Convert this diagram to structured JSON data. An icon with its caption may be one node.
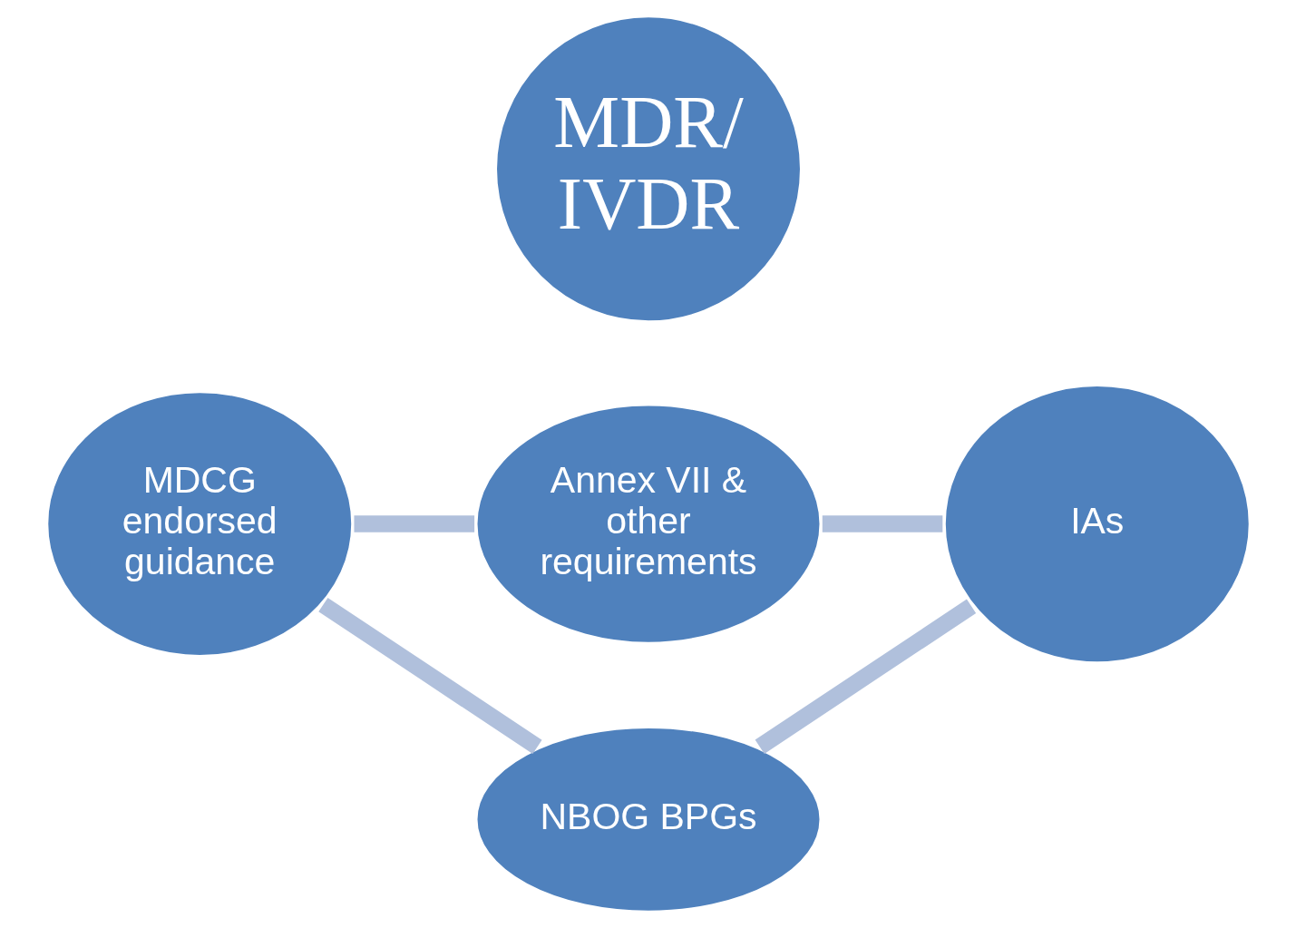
{
  "diagram": {
    "nodes": [
      {
        "text": [
          "Annex VII & other requirements"
        ]
      },
      {
        "text": [
          "MDCG endorsed guidance"
        ]
      },
      {
        "text": [
          "MDR/ IVDR"
        ]
      },
      {
        "text": [
          "IAs"
        ]
      },
      {
        "text": [
          "NBOG BPGs"
        ]
      }
    ],
    "edges": [
      {
        "from": 0,
        "to": 3,
        "arrow": "none"
      },
      {
        "from": 3,
        "to": 4,
        "arrow": "none"
      },
      {
        "from": 4,
        "to": 1,
        "arrow": "none"
      },
      {
        "from": 1,
        "to": 0,
        "arrow": "none"
      }
    ]
  }
}
